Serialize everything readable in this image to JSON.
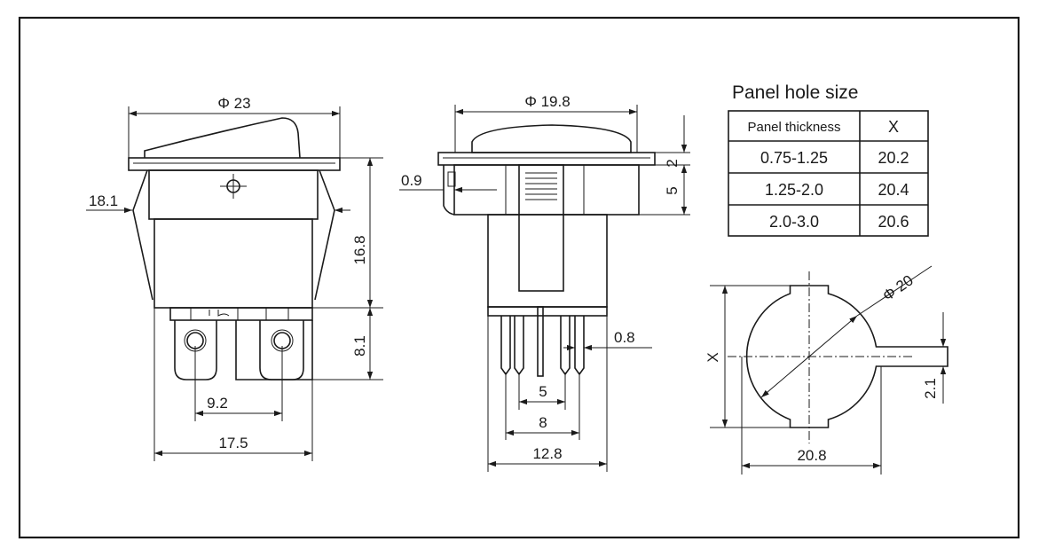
{
  "colors": {
    "ink": "#1a1a1a",
    "background": "#ffffff"
  },
  "panel": {
    "title": "Panel hole size",
    "header_thickness": "Panel thickness",
    "header_x": "X",
    "rows": [
      {
        "thickness": "0.75-1.25",
        "x": "20.2"
      },
      {
        "thickness": "1.25-2.0",
        "x": "20.4"
      },
      {
        "thickness": "2.0-3.0",
        "x": "20.6"
      }
    ]
  },
  "front_view": {
    "dia_width": "Φ 23",
    "height_left": "18.1",
    "body_height": "16.8",
    "terminal_height": "8.1",
    "terminal_pitch": "9.2",
    "base_width": "17.5"
  },
  "side_view": {
    "dia_width": "Φ 19.8",
    "panel_offset": "0.9",
    "cap_height": "2",
    "lip_height": "5",
    "pin_width": "0.8",
    "pin_pitch_inner": "5",
    "pin_pitch_outer": "8",
    "body_width": "12.8"
  },
  "hole_view": {
    "diameter": "Φ 20",
    "x_label": "X",
    "key_width": "2.1",
    "overall_width": "20.8"
  }
}
